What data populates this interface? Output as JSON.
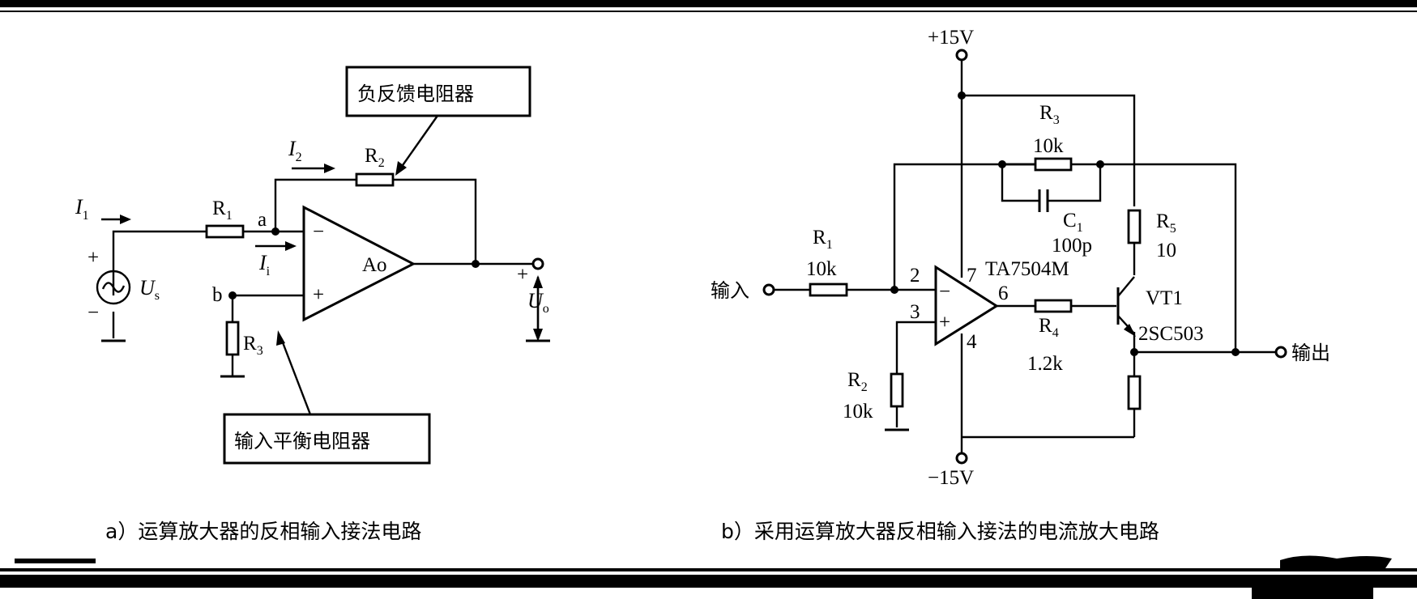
{
  "left": {
    "callouts": {
      "feedback": "负反馈电阻器",
      "balance": "输入平衡电阻器"
    },
    "labels": {
      "i1": "I",
      "i1_sub": "1",
      "i2": "I",
      "i2_sub": "2",
      "ii": "I",
      "ii_sub": "i",
      "r1": "R",
      "r1_sub": "1",
      "r2": "R",
      "r2_sub": "2",
      "r3": "R",
      "r3_sub": "3",
      "node_a": "a",
      "node_b": "b",
      "opamp": "Ao",
      "minus": "−",
      "plus": "+",
      "us": "U",
      "us_sub": "s",
      "src_plus": "+",
      "src_minus": "−",
      "uo": "U",
      "uo_sub": "o",
      "out_plus": "+"
    },
    "caption": "a）运算放大器的反相输入接法电路"
  },
  "right": {
    "labels": {
      "vplus": "+15V",
      "vminus": "−15V",
      "r3": "R",
      "r3_sub": "3",
      "r3_val": "10k",
      "c1": "C",
      "c1_sub": "1",
      "c1_val": "100p",
      "r5": "R",
      "r5_sub": "5",
      "r5_val": "10",
      "r1": "R",
      "r1_sub": "1",
      "r1_val": "10k",
      "r2": "R",
      "r2_sub": "2",
      "r2_val": "10k",
      "r4": "R",
      "r4_sub": "4",
      "r4_val": "1.2k",
      "ic": "TA7504M",
      "pin2": "2",
      "pin3": "3",
      "pin4": "4",
      "pin6": "6",
      "pin7": "7",
      "minus": "−",
      "plus": "+",
      "vt1": "VT1",
      "transistor": "2SC503",
      "input": "输入",
      "output": "输出"
    },
    "caption": "b）采用运算放大器反相输入接法的电流放大电路"
  }
}
